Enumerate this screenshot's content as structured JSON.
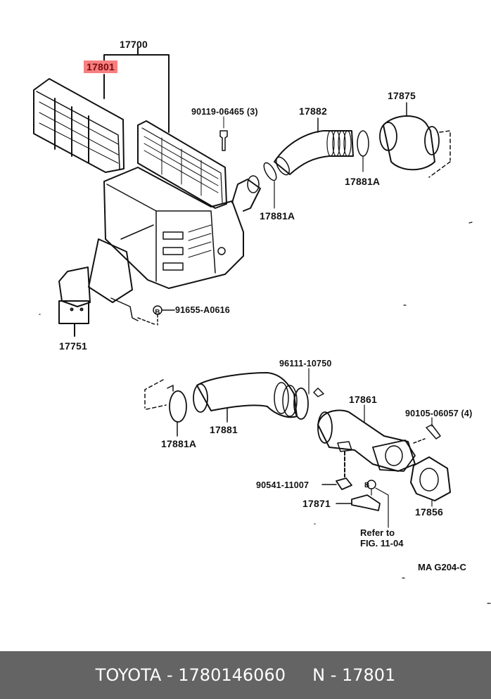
{
  "diagram": {
    "drawing_code": "MA  G204-C",
    "highlight_color": "#f77f7f",
    "labels": {
      "p17700": "17700",
      "p17801": "17801",
      "p90119": "90119-06465 (3)",
      "p17882": "17882",
      "p17875": "17875",
      "p17881a_top_right": "17881A",
      "p17881a_mid": "17881A",
      "p91655": "91655-A0616",
      "p17751": "17751",
      "p96111": "96111-10750",
      "p17861": "17861",
      "p90105": "90105-06057 (4)",
      "p17881": "17881",
      "p17881a_bottom": "17881A",
      "p90541": "90541-11007",
      "p17871": "17871",
      "p17856": "17856"
    },
    "reference_note": {
      "line1": "Refer to",
      "line2": "FIG. 11-04"
    },
    "bolt_marker": "B"
  },
  "footer": {
    "brand": "TOYOTA",
    "part_number": "1780146060",
    "ref_prefix": "N",
    "ref_number": "17801",
    "text": "TOYOTA - 1780146060     N - 17801"
  }
}
